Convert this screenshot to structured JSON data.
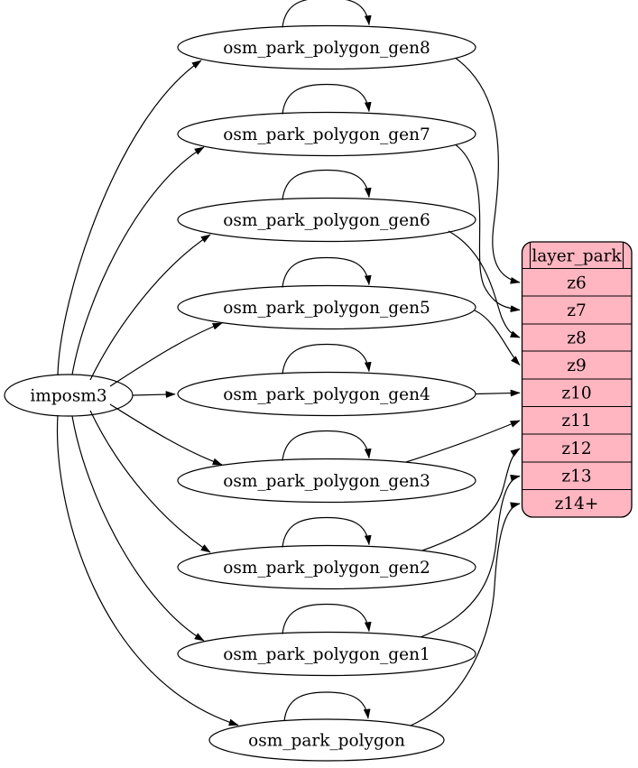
{
  "graph": {
    "background_color": "#ffffff",
    "edge_color": "#000000",
    "source_node": {
      "label": "imposm3"
    },
    "generalized_tables": [
      {
        "id": "gen8",
        "label": "osm_park_polygon_gen8"
      },
      {
        "id": "gen7",
        "label": "osm_park_polygon_gen7"
      },
      {
        "id": "gen6",
        "label": "osm_park_polygon_gen6"
      },
      {
        "id": "gen5",
        "label": "osm_park_polygon_gen5"
      },
      {
        "id": "gen4",
        "label": "osm_park_polygon_gen4"
      },
      {
        "id": "gen3",
        "label": "osm_park_polygon_gen3"
      },
      {
        "id": "gen2",
        "label": "osm_park_polygon_gen2"
      },
      {
        "id": "gen1",
        "label": "osm_park_polygon_gen1"
      },
      {
        "id": "base",
        "label": "osm_park_polygon"
      }
    ],
    "layer_node": {
      "title": "layer_park",
      "fill_color": "#ffb6c1",
      "border_color": "#000000",
      "rows": [
        "z6",
        "z7",
        "z8",
        "z9",
        "z10",
        "z11",
        "z12",
        "z13",
        "z14+"
      ]
    },
    "edges": [
      {
        "from": "imposm3",
        "to": "osm_park_polygon_gen8"
      },
      {
        "from": "imposm3",
        "to": "osm_park_polygon_gen7"
      },
      {
        "from": "imposm3",
        "to": "osm_park_polygon_gen6"
      },
      {
        "from": "imposm3",
        "to": "osm_park_polygon_gen5"
      },
      {
        "from": "imposm3",
        "to": "osm_park_polygon_gen4"
      },
      {
        "from": "imposm3",
        "to": "osm_park_polygon_gen3"
      },
      {
        "from": "imposm3",
        "to": "osm_park_polygon_gen2"
      },
      {
        "from": "imposm3",
        "to": "osm_park_polygon_gen1"
      },
      {
        "from": "imposm3",
        "to": "osm_park_polygon"
      },
      {
        "from": "osm_park_polygon_gen8",
        "to": "osm_park_polygon_gen8"
      },
      {
        "from": "osm_park_polygon_gen7",
        "to": "osm_park_polygon_gen7"
      },
      {
        "from": "osm_park_polygon_gen6",
        "to": "osm_park_polygon_gen6"
      },
      {
        "from": "osm_park_polygon_gen5",
        "to": "osm_park_polygon_gen5"
      },
      {
        "from": "osm_park_polygon_gen4",
        "to": "osm_park_polygon_gen4"
      },
      {
        "from": "osm_park_polygon_gen3",
        "to": "osm_park_polygon_gen3"
      },
      {
        "from": "osm_park_polygon_gen2",
        "to": "osm_park_polygon_gen2"
      },
      {
        "from": "osm_park_polygon_gen1",
        "to": "osm_park_polygon_gen1"
      },
      {
        "from": "osm_park_polygon",
        "to": "osm_park_polygon"
      },
      {
        "from": "osm_park_polygon_gen8",
        "to": "layer_park:z6"
      },
      {
        "from": "osm_park_polygon_gen7",
        "to": "layer_park:z7"
      },
      {
        "from": "osm_park_polygon_gen6",
        "to": "layer_park:z8"
      },
      {
        "from": "osm_park_polygon_gen5",
        "to": "layer_park:z9"
      },
      {
        "from": "osm_park_polygon_gen4",
        "to": "layer_park:z10"
      },
      {
        "from": "osm_park_polygon_gen3",
        "to": "layer_park:z11"
      },
      {
        "from": "osm_park_polygon_gen2",
        "to": "layer_park:z12"
      },
      {
        "from": "osm_park_polygon_gen1",
        "to": "layer_park:z13"
      },
      {
        "from": "osm_park_polygon",
        "to": "layer_park:z14plus"
      }
    ]
  }
}
